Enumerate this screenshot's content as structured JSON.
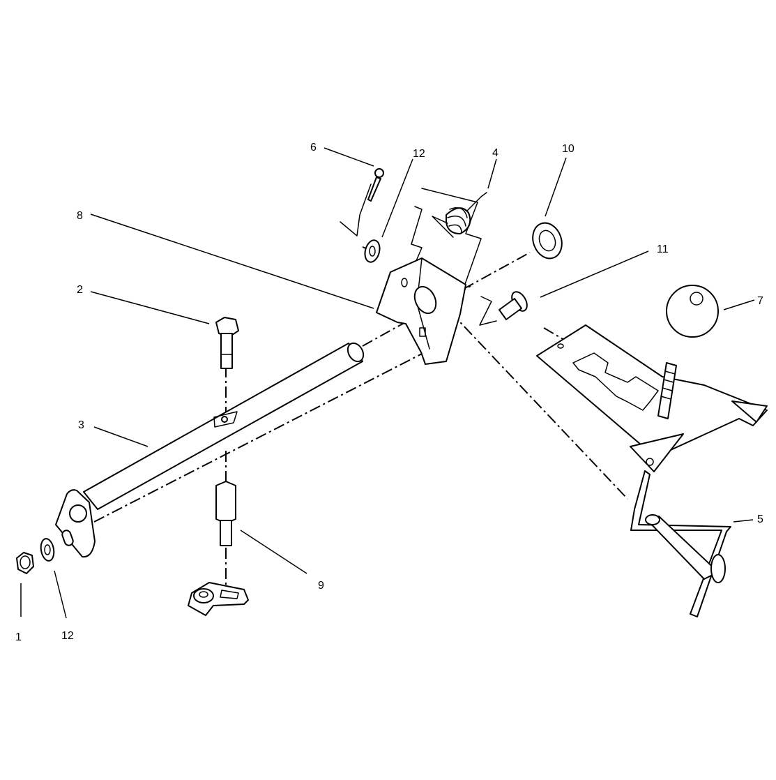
{
  "callouts": [
    {
      "id": "c1",
      "label": "1"
    },
    {
      "id": "c12a",
      "label": "12"
    },
    {
      "id": "c2",
      "label": "2"
    },
    {
      "id": "c3",
      "label": "3"
    },
    {
      "id": "c9",
      "label": "9"
    },
    {
      "id": "c8",
      "label": "8"
    },
    {
      "id": "c6",
      "label": "6"
    },
    {
      "id": "c12b",
      "label": "12"
    },
    {
      "id": "c4",
      "label": "4"
    },
    {
      "id": "c10",
      "label": "10"
    },
    {
      "id": "c11",
      "label": "11"
    },
    {
      "id": "c7",
      "label": "7"
    },
    {
      "id": "c5",
      "label": "5"
    }
  ],
  "colors": {
    "line": "#000000",
    "background": "#ffffff"
  }
}
